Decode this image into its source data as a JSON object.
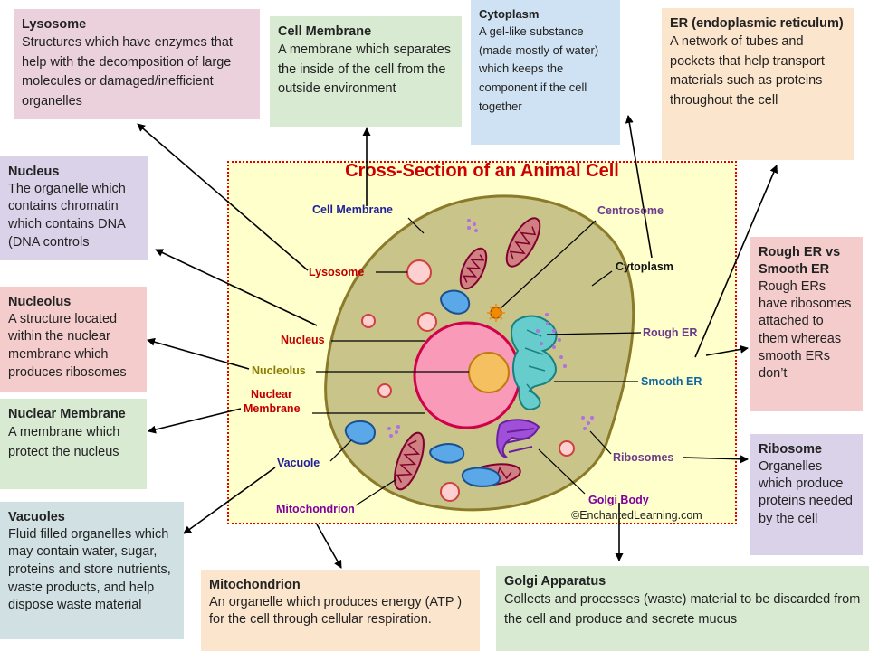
{
  "diagram_title": "Cross-Section of an Animal Cell",
  "copyright": "©EnchantedLearning.com",
  "cell_labels": {
    "cell_membrane": "Cell Membrane",
    "centrosome": "Centrosome",
    "lysosome": "Lysosome",
    "cytoplasm": "Cytoplasm",
    "nucleus": "Nucleus",
    "rough_er": "Rough ER",
    "nucleolus": "Nucleolus",
    "smooth_er": "Smooth ER",
    "nuclear_membrane_1": "Nuclear",
    "nuclear_membrane_2": "Membrane",
    "vacuole": "Vacuole",
    "ribosomes": "Ribosomes",
    "golgi_body": "Golgi Body",
    "mitochondrion": "Mitochondrion"
  },
  "notes": {
    "lysosome": {
      "title": "Lysosome",
      "body": "Structures which have enzymes that  help with the decomposition of large molecules or damaged/inefficient organelles"
    },
    "cell_membrane": {
      "title": "Cell Membrane",
      "body": "A membrane which separates the inside of the cell from the outside environment"
    },
    "cytoplasm": {
      "title": "Cytoplasm",
      "body": "A gel-like substance (made mostly of water) which keeps the component if the cell together"
    },
    "er": {
      "title": "ER (endoplasmic reticulum)",
      "body": "A network of tubes and pockets that help  transport materials such as proteins throughout the cell"
    },
    "nucleus": {
      "title": "Nucleus",
      "body": "The organelle which contains chromatin which contains DNA (DNA controls"
    },
    "rough_smooth_er": {
      "title": "Rough ER vs Smooth ER",
      "body": "Rough ERs have ribosomes attached to them whereas smooth ERs don’t"
    },
    "nucleolus": {
      "title": "Nucleolus",
      "body": "A structure located within the nuclear membrane which produces ribosomes"
    },
    "nuclear_membrane": {
      "title": "Nuclear Membrane",
      "body": "A membrane which protect the nucleus"
    },
    "ribosome": {
      "title": "Ribosome",
      "body": "Organelles which produce proteins needed by the cell"
    },
    "vacuoles": {
      "title": "Vacuoles",
      "body": "Fluid filled organelles which may contain water, sugar,  proteins and store nutrients, waste products, and help dispose waste material"
    },
    "mitochondrion": {
      "title": "Mitochondrion",
      "body": "An organelle which produces energy (ATP ) for the cell through cellular respiration."
    },
    "golgi": {
      "title": "Golgi Apparatus",
      "body": "Collects and processes (waste) material to be discarded from the cell and produce and secrete mucus"
    }
  },
  "colors": {
    "cytoplasm": "#c8c48a",
    "nucleus": "#f99bb8",
    "nucleolus": "#f4c060",
    "membrane": "#d0004a",
    "frame": "#e00000"
  }
}
